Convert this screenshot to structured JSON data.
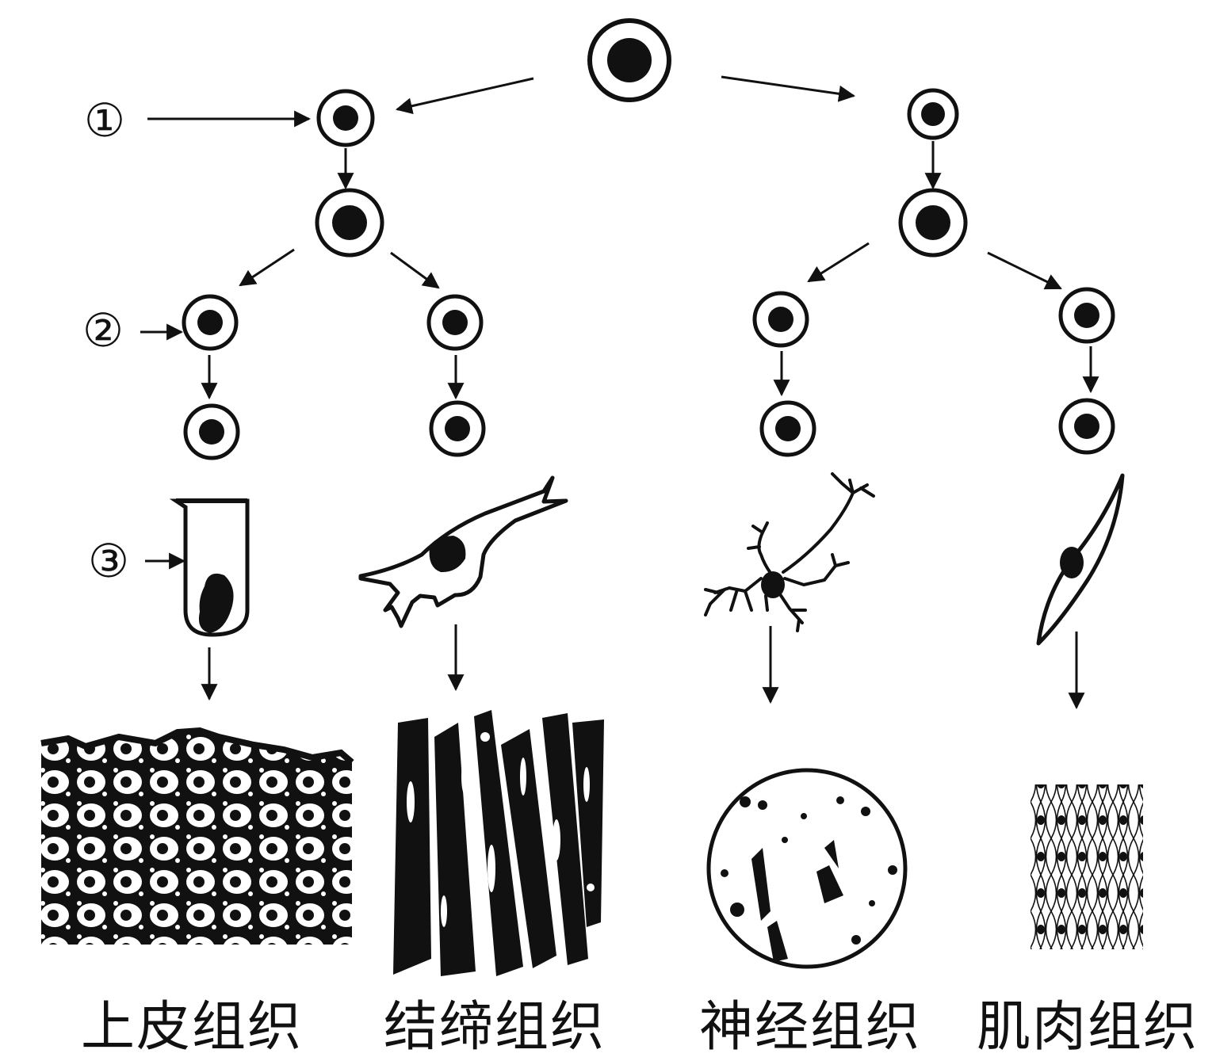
{
  "colors": {
    "ink": "#111111",
    "paper": "#ffffff"
  },
  "markers": {
    "m1": "①",
    "m2": "②",
    "m3": "③"
  },
  "tissues": {
    "epithelial": "上皮组织",
    "connective": "结缔组织",
    "nervous": "神经组织",
    "muscle": "肌肉组织"
  }
}
